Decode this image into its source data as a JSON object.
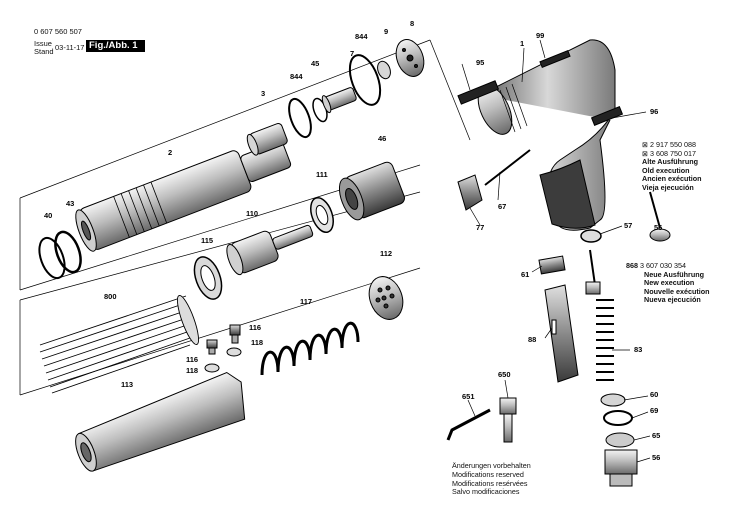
{
  "header": {
    "doc_number": "0 607 560 507",
    "issue_label": "Issue",
    "stand_label": "Stand",
    "date": "03-11-17",
    "figure_title": "Fig./Abb. 1"
  },
  "part_numbers": [
    "1",
    "2",
    "3",
    "7",
    "8",
    "9",
    "40",
    "43",
    "45",
    "46",
    "56",
    "57",
    "60",
    "61",
    "65",
    "67",
    "69",
    "77",
    "83",
    "88",
    "95",
    "96",
    "99",
    "110",
    "111",
    "112",
    "113",
    "115",
    "116",
    "117",
    "118",
    "650",
    "651",
    "800",
    "844",
    "868"
  ],
  "legend_old": {
    "part_no_1": "2 917 550 088",
    "part_no_2": "3 608 750 017",
    "lines": [
      "Alte Ausführung",
      "Old execution",
      "Ancien exécution",
      "Vieja ejecución"
    ]
  },
  "legend_new": {
    "ref": "868",
    "part_no": "3 607 030 354",
    "lines": [
      "Neue Ausführung",
      "New execution",
      "Nouvelle exécution",
      "Nueva ejecución"
    ]
  },
  "rights_notice": [
    "Änderungen vorbehalten",
    "Modifications reserved",
    "Modifications resérvées",
    "Salvo modificaciones"
  ]
}
